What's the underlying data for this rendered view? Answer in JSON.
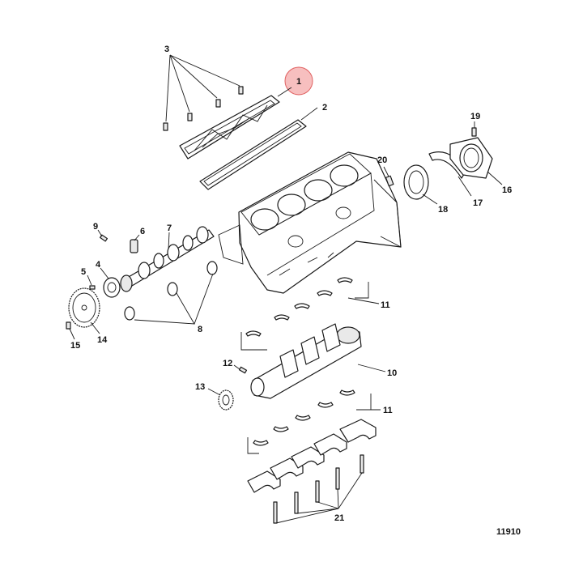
{
  "diagram_number": "11910",
  "highlight_color": "#f08a8a",
  "callouts": {
    "c1": "1",
    "c2": "2",
    "c3": "3",
    "c4": "4",
    "c5": "5",
    "c6": "6",
    "c7": "7",
    "c8": "8",
    "c9": "9",
    "c10": "10",
    "c11a": "11",
    "c11b": "11",
    "c12": "12",
    "c13": "13",
    "c14": "14",
    "c15": "15",
    "c16": "16",
    "c17": "17",
    "c18": "18",
    "c19": "19",
    "c20": "20",
    "c21": "21"
  }
}
